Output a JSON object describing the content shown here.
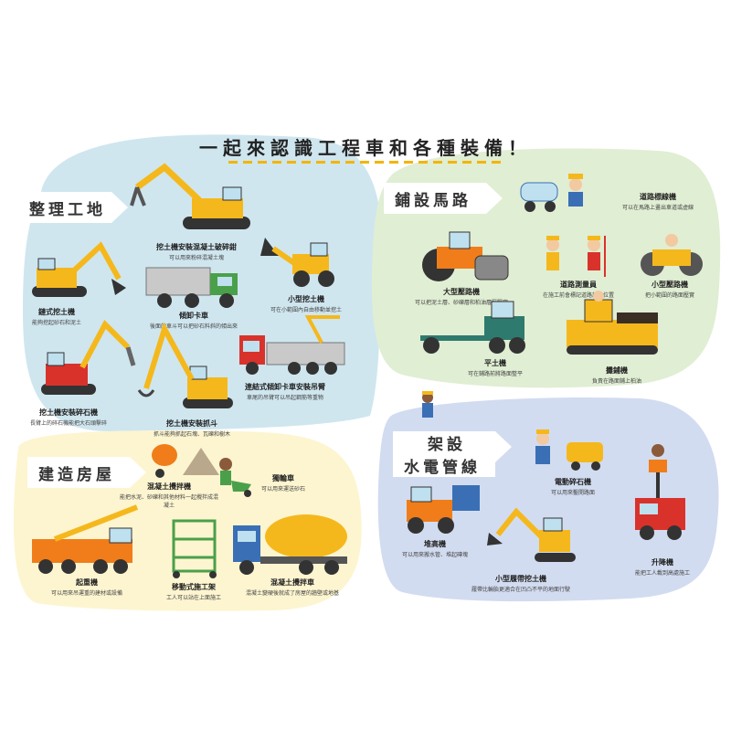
{
  "title": "一起來認識工程車和各種裝備！",
  "sections": {
    "clear_site": {
      "label": "整理工地"
    },
    "pave_road": {
      "label": "鋪設馬路"
    },
    "build_house": {
      "label": "建造房屋"
    },
    "utilities": {
      "label_line1": "架設",
      "label_line2": "水電管線"
    }
  },
  "items": {
    "excavator_breaker": {
      "name": "挖土機安裝混凝土破碎鉗",
      "desc": "可以用來粉碎混凝土塊"
    },
    "chain_excavator": {
      "name": "鏈式挖土機",
      "desc": "能夠挖起砂石和泥土"
    },
    "dump_truck": {
      "name": "傾卸卡車",
      "desc": "後面的車斗可以把砂石料斜的傾出來"
    },
    "mini_excavator": {
      "name": "小型挖土機",
      "desc": "可在小範圍內自由移動並挖土"
    },
    "excavator_drill": {
      "name": "挖土機安裝碎石機",
      "desc": "長臂上的碎石機能把大石頭擊碎"
    },
    "excavator_grapple": {
      "name": "挖土機安裝抓斗",
      "desc": "抓斗能夠抓起石塊、瓦礫和樹木"
    },
    "crane_truck": {
      "name": "連結式傾卸卡車安裝吊臂",
      "desc": "車尾的吊臂可以吊起鋼筋等重物"
    },
    "road_marking": {
      "name": "道路標線機",
      "desc": "可以在馬路上畫出車道或虛線"
    },
    "road_roller": {
      "name": "大型壓路機",
      "desc": "可以把泥土層、砂礫層和柏油層壓緊實"
    },
    "surveyor": {
      "name": "道路測量員",
      "desc": "在施工前會標記道路施工位置"
    },
    "small_roller": {
      "name": "小型壓路機",
      "desc": "把小範圍的路面壓實"
    },
    "grader": {
      "name": "平土機",
      "desc": "可在鋪路前將路面整平"
    },
    "paver": {
      "name": "攤鋪機",
      "desc": "負責在路面鋪上柏油"
    },
    "concrete_mixer_small": {
      "name": "混凝土攪拌機",
      "desc": "能把水泥、砂礫和其他材料一起攪拌成混凝土"
    },
    "wheelbarrow": {
      "name": "獨輪車",
      "desc": "可以用來運送砂石"
    },
    "mobile_crane": {
      "name": "起重機",
      "desc": "可以用來吊運重的建材或設備"
    },
    "scaffold": {
      "name": "移動式施工架",
      "desc": "工人可以站在上面施工"
    },
    "mixer_truck": {
      "name": "混凝土攪拌車",
      "desc": "混凝土變硬後就成了房屋的牆壁或地基"
    },
    "electric_breaker": {
      "name": "電動碎石機",
      "desc": "可以用來鑿開路面"
    },
    "backhoe": {
      "name": "堆高機",
      "desc": "可以用來搬水管、堆起磚塊"
    },
    "mini_crawler": {
      "name": "小型履帶挖土機",
      "desc": "履帶比輪胎更適合在凹凸不平的地面行駛"
    },
    "bucket_truck": {
      "name": "升降機",
      "desc": "能把工人載到高處施工"
    }
  },
  "colors": {
    "clear_site_bg": "#cfe6ef",
    "pave_road_bg": "#e0eed3",
    "build_house_bg": "#fdf5d0",
    "utilities_bg": "#d2dcf0",
    "machine_yellow": "#f5b81c",
    "machine_orange": "#f07d1a",
    "machine_red": "#d9322b",
    "machine_green": "#4aa04a",
    "machine_blue": "#3a6fb5"
  }
}
